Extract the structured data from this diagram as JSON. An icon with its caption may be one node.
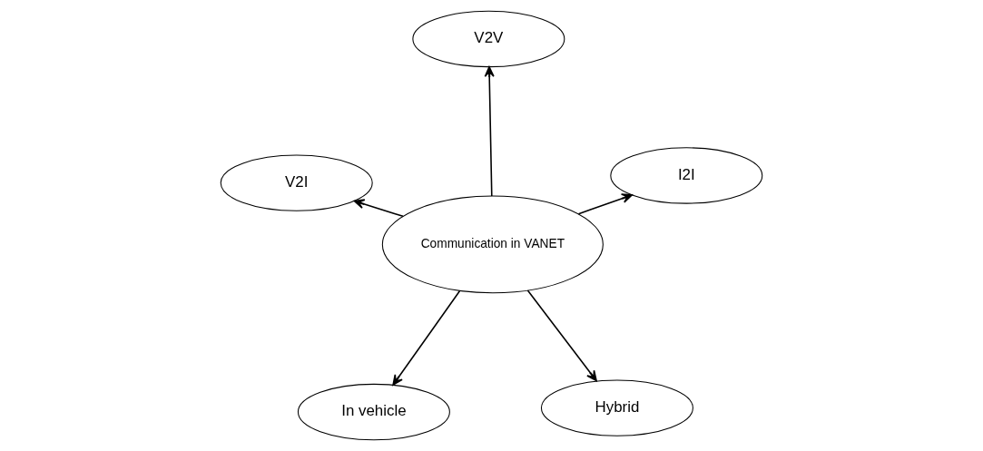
{
  "diagram": {
    "nodes": [
      {
        "text": [
          "In vehicle"
        ]
      },
      {
        "text": [
          "Hybrid"
        ]
      },
      {
        "text": [
          "Communication in VANET"
        ]
      },
      {
        "text": [
          "V2V"
        ]
      },
      {
        "text": [
          "I2I"
        ]
      },
      {
        "text": [
          "V2I"
        ]
      }
    ],
    "edges": [
      {
        "from": 2,
        "to": 0,
        "arrow": "to"
      },
      {
        "from": 2,
        "to": 1,
        "arrow": "to"
      },
      {
        "from": 2,
        "to": 3,
        "arrow": "to"
      },
      {
        "from": 2,
        "to": 4,
        "arrow": "to"
      },
      {
        "from": 2,
        "to": 5,
        "arrow": "to"
      }
    ]
  }
}
